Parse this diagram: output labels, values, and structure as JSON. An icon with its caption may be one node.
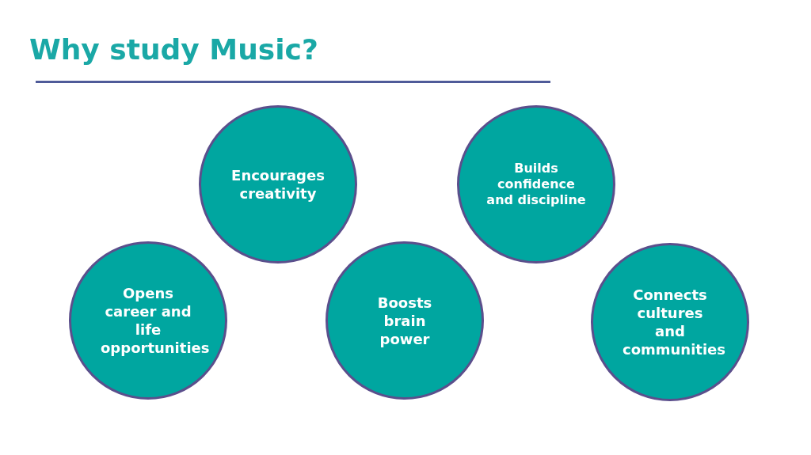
{
  "diagram": {
    "title": "Why study Music?",
    "nodes": [
      {
        "text": [
          "Encourages creativity"
        ]
      },
      {
        "text": [
          "Builds confidence and discipline"
        ]
      },
      {
        "text": [
          "Opens career and life opportunities"
        ]
      },
      {
        "text": [
          "Boosts brain power"
        ]
      },
      {
        "text": [
          "Connects cultures and communities"
        ]
      }
    ],
    "edges": []
  }
}
